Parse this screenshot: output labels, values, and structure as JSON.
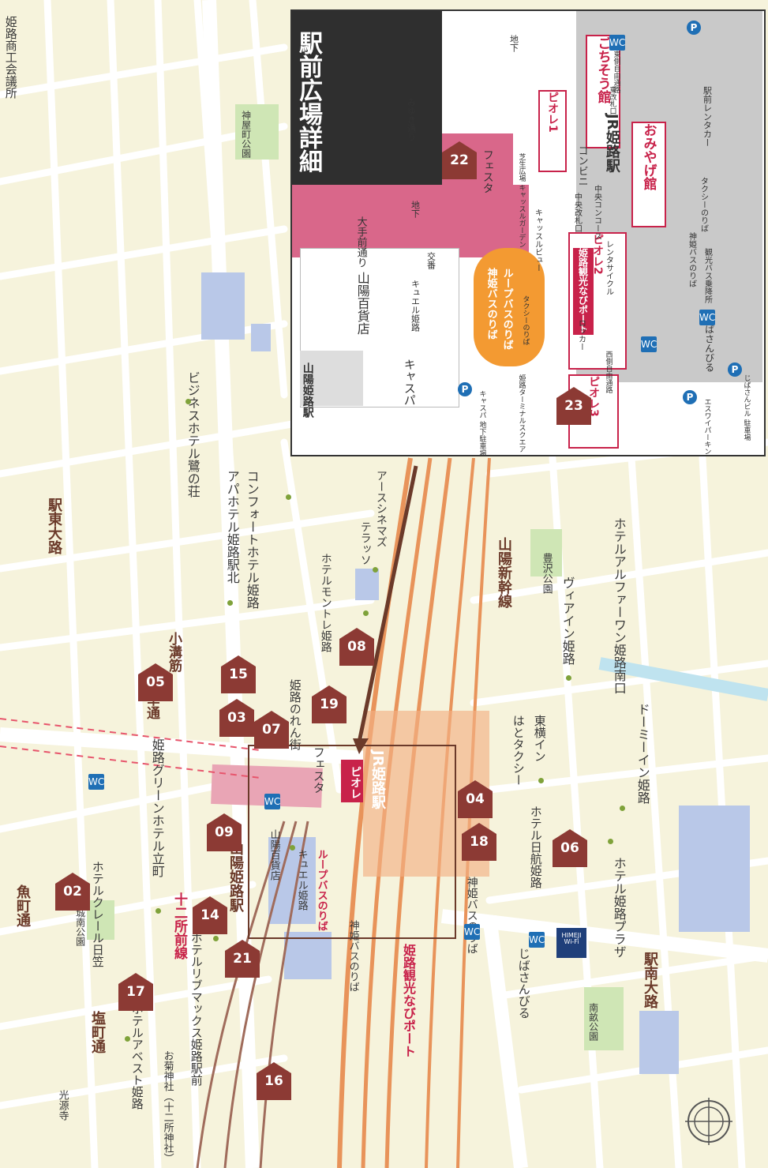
{
  "colors": {
    "spot": "#8c3a34",
    "pink": "#c8224a",
    "rail": "#e8935a",
    "rail_dark": "#8a5a4a",
    "road_bg": "#f6f3dc",
    "water": "#bfe3ef",
    "park": "#cfe6b5",
    "building": "#b9c8e8"
  },
  "inset": {
    "title": "駅前広場詳細",
    "labels": {
      "sanyo_dept": "山陽百貨店",
      "sanyo_station": "山陽姫路駅",
      "otemae": "大手前通り",
      "chika1": "地下",
      "chika2": "地下",
      "miyuki": "みゆき通り",
      "festa": "フェスタ",
      "kyueru": "キュエル姫路",
      "koban": "交番",
      "castle_garden": "芝生広場 キャッスルガーデン",
      "castle_view": "キャッスルビュー",
      "central_gate": "中央改札口",
      "central_concourse": "中央コンコース",
      "conveni": "コンビニ",
      "jr_station": "JR姫路駅",
      "east_gate": "東改札口",
      "east_ramp": "東側自由通路",
      "west_ramp": "西側自由通路",
      "rental_car": "駅前レンタカー",
      "taxi_east": "タクシーのりば",
      "taxi_west": "タクシーのりば",
      "shinki_bus": "神姫バスのりば",
      "loop_bus": "ループバスのりば",
      "tourist_bus": "観光バス乗降所",
      "shinki_bus_stop": "神姫バスのりば",
      "castle_park": "キャスパ 地下駐車場",
      "terminal_sq": "姫路ターミナルスクエア",
      "rental_cycle": "レンタサイクル",
      "locker": "ロッカー",
      "jibasanbiru": "じばさんびる",
      "jibasanbiru_parking": "じばさんビル 駐車場",
      "eswai": "エスワイパーキング",
      "caspa": "キャスパ"
    },
    "boxes": {
      "piole1": "ピオレ1",
      "piole2": "ピオレ2",
      "piole3": "ピオレ3",
      "gochisou": "ごちそう館",
      "omiyage": "おみやげ館",
      "kanko_port": "姫路観光なびポート"
    },
    "spots": [
      "22",
      "23"
    ]
  },
  "map": {
    "roads": {
      "uomachi": "魚町通",
      "shiomachi": "塩町通",
      "mikado": "御幸通",
      "komizo": "小溝筋",
      "ekihigashi": "駅東大路",
      "ekiminami": "駅南大路",
      "jusho": "十二所前線",
      "sanyo_shinkansen": "山陽新幹線"
    },
    "labels": {
      "himeji_cci": "姫路商工会議所",
      "kamiyacho_park": "神屋町公園",
      "business_hotel": "ビジネスホテル鷺の荘",
      "apa_north": "アパホテル姫路駅北",
      "comfort": "コンフォートホテル姫路",
      "terrace": "テラッソ",
      "earth_cinemas": "アースシネマズ",
      "monterey": "ホテルモントレ姫路",
      "noren": "姫路のれん街",
      "festa": "フェスタ",
      "piole": "ピオレ",
      "jr_himeji": "JR姫路駅",
      "sanyo_dept": "山陽百貨店",
      "kyueru": "キュエル姫路",
      "loop_bus": "ループバスのりば",
      "shinki_bus": "神姫バスのりば",
      "kanko_port": "姫路観光なびポート",
      "sanyo_himeji": "山陽姫路駅",
      "green_hotel": "姫路グリーンホテル立町",
      "cresta": "ホテルクレール日笠",
      "shiroya_park": "城南公園",
      "hotel_lib": "ホテルリブマックス姫路駅前",
      "abest": "ホテルアベスト姫路",
      "okiku": "お菊神社（十二所神社）",
      "koujuji": "光源寺",
      "toyosawa_park": "豊沢公園",
      "via_inn": "ヴィアイン姫路",
      "alpha_one": "ホテルアルファーワン姫路南口",
      "toyoko": "東横イン",
      "hato_taxi": "はとタクシー",
      "nikko": "ホテル日航姫路",
      "dormy": "ドーミーイン姫路",
      "plaza": "ホテル姫路プラザ",
      "shinki_bus_south": "神姫バスのりば",
      "jibasanbiru": "じばさんびる",
      "minamihata_park": "南畝公園",
      "himeji_wifi": "HIMEJI Wi-Fi"
    },
    "spots": [
      "02",
      "03",
      "04",
      "05",
      "06",
      "07",
      "08",
      "09",
      "14",
      "15",
      "16",
      "17",
      "18",
      "19",
      "21"
    ]
  }
}
